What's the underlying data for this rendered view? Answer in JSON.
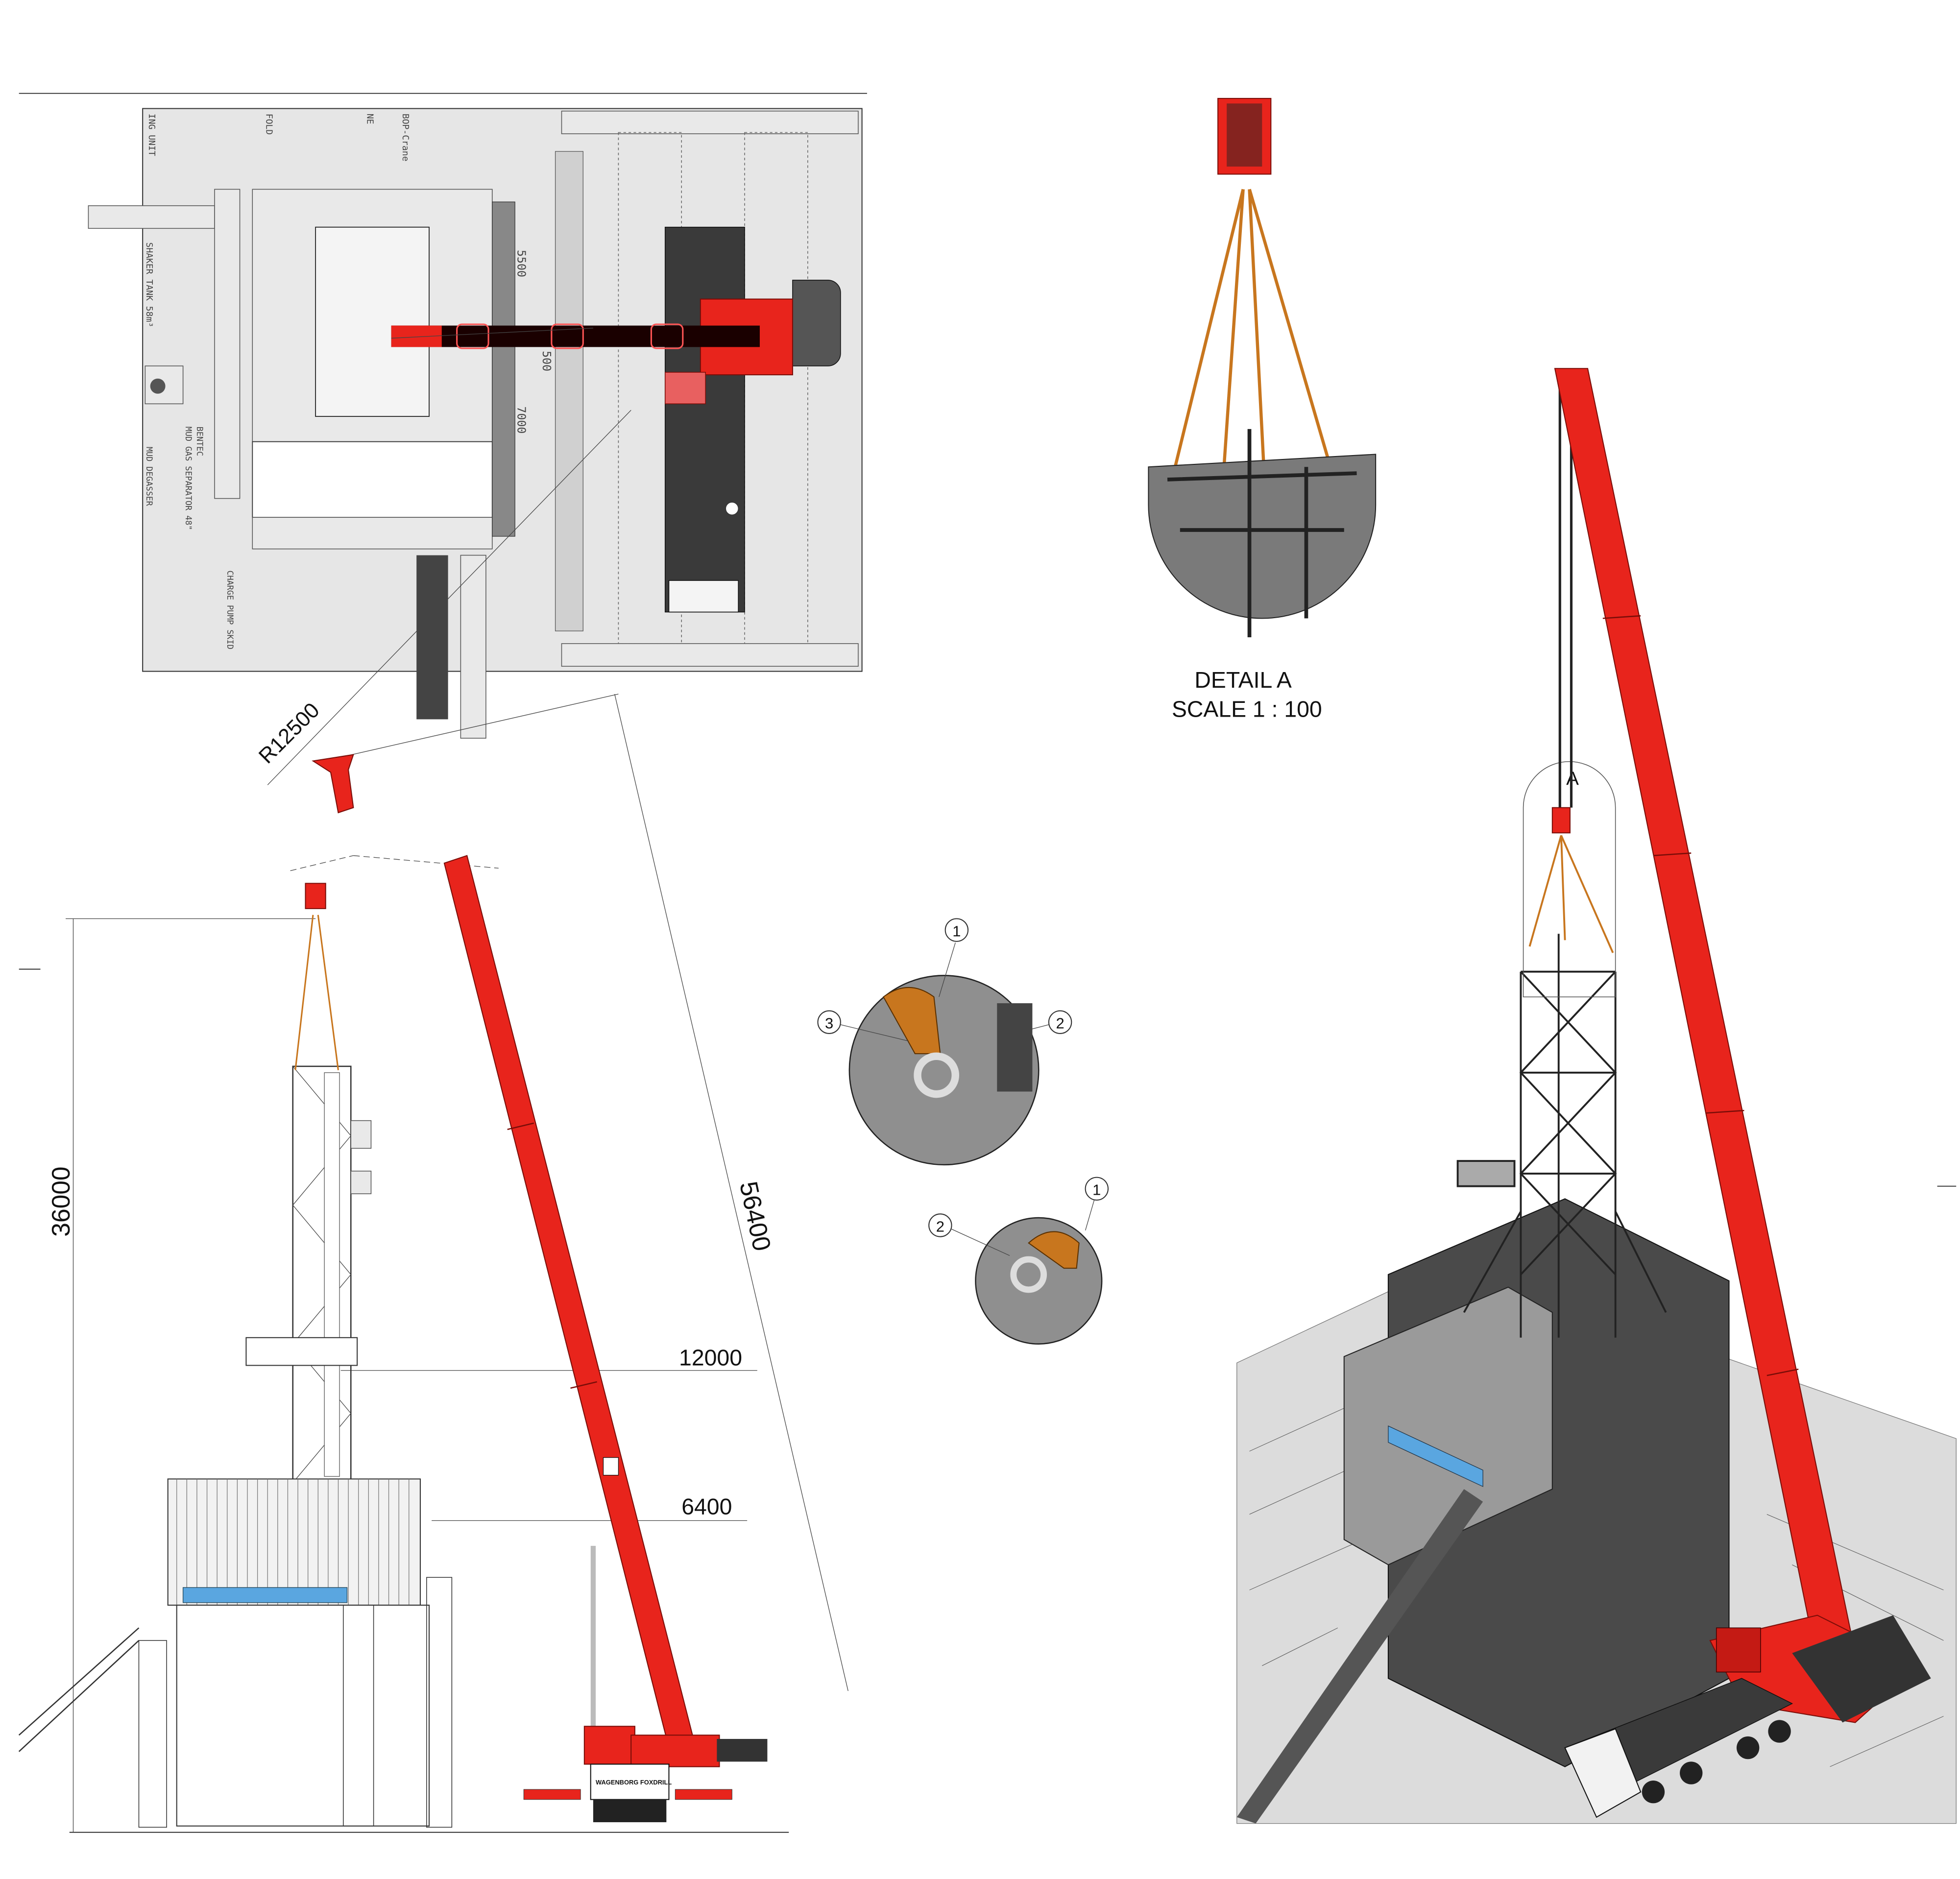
{
  "plan_view": {
    "labels": {
      "unit": "ING UNIT",
      "fold": "FOLD",
      "ne": "NE",
      "bop_crane": "BOP-Crane",
      "shaker_tank": "SHAKER TANK   58m³",
      "bentec": "BENTEC",
      "mud_gas_separator": "MUD GAS SEPARATOR 48\"",
      "mud_degasser": "MUD DEGASSER",
      "charge_pump_skid": "CHARGE PUMP SKID"
    },
    "dimensions": {
      "d5500": "5500",
      "d500": "500",
      "d7000": "7000"
    },
    "radius_label": "R12500"
  },
  "elevation_view": {
    "height_dim": "36000",
    "boom_length_dim": "56400",
    "radius_upper": "12000",
    "radius_lower": "6400",
    "crane_brand": "WAGENBORG FOXDRILL"
  },
  "detail_a": {
    "title": "DETAIL A",
    "scale": "SCALE 1 : 100",
    "marker": "A"
  },
  "shackle_details": {
    "upper": {
      "callouts": [
        "1",
        "2",
        "3"
      ]
    },
    "lower": {
      "callouts": [
        "1",
        "2"
      ]
    }
  },
  "colors": {
    "crane_red": "#e8241c",
    "sling_orange": "#c8761e",
    "structure_gray": "#3a3a3a",
    "glass_blue": "#5aa6e0"
  }
}
